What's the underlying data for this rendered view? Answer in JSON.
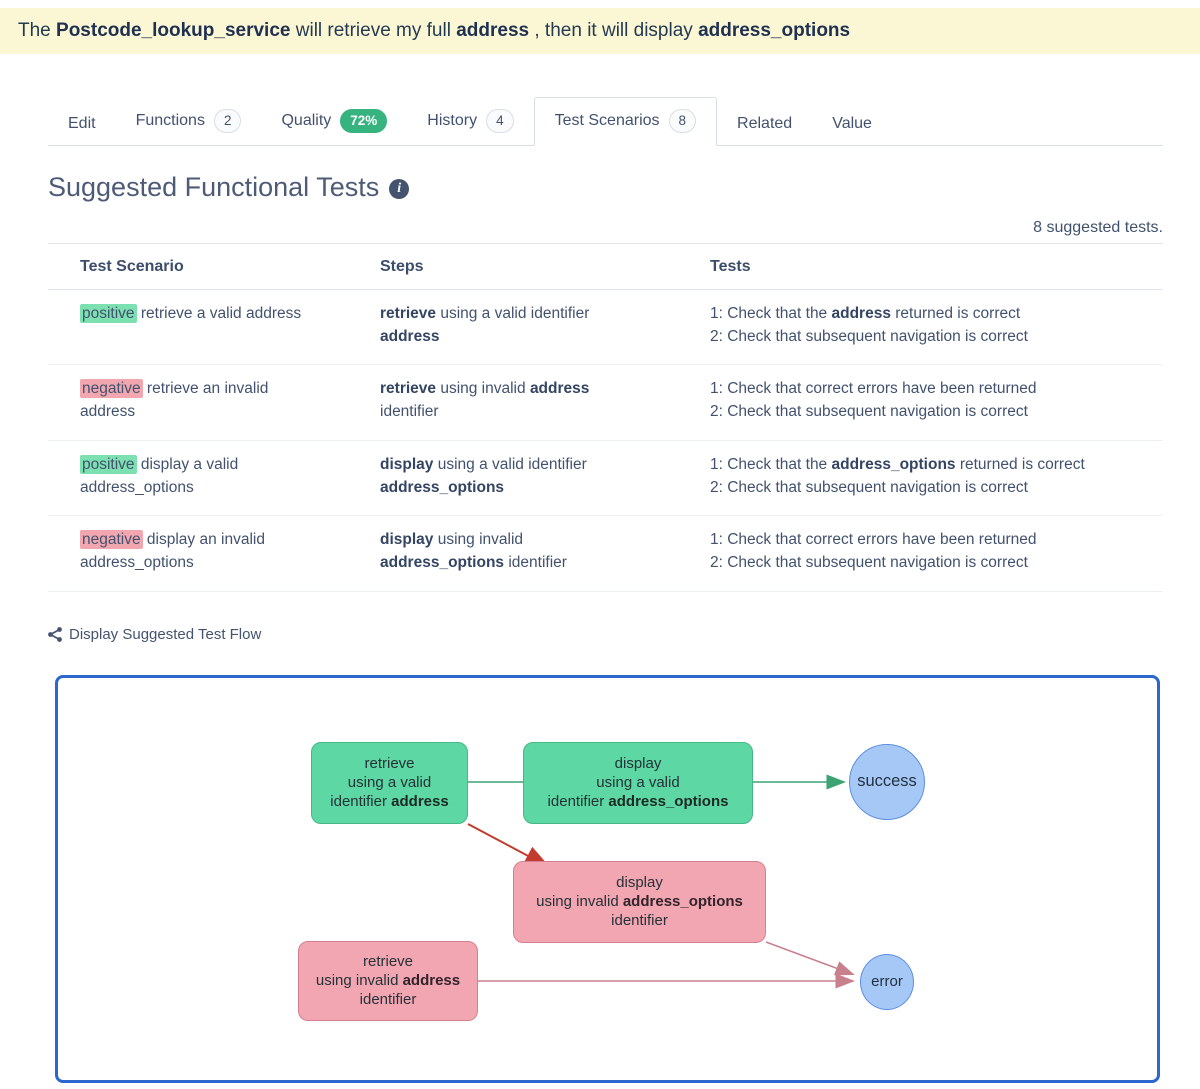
{
  "banner": {
    "segments": [
      {
        "text": "The "
      },
      {
        "text": "Postcode_lookup_service",
        "bold": true
      },
      {
        "text": " will retrieve my full "
      },
      {
        "text": "address",
        "bold": true
      },
      {
        "text": " , then it will display "
      },
      {
        "text": "address_options",
        "bold": true
      }
    ]
  },
  "tabs": [
    {
      "label": "Edit"
    },
    {
      "label": "Functions",
      "badge": "2",
      "badge_type": "default"
    },
    {
      "label": "Quality",
      "badge": "72%",
      "badge_type": "success"
    },
    {
      "label": "History",
      "badge": "4",
      "badge_type": "default"
    },
    {
      "label": "Test Scenarios",
      "badge": "8",
      "badge_type": "default",
      "active": true
    },
    {
      "label": "Related"
    },
    {
      "label": "Value"
    }
  ],
  "heading": {
    "title": "Suggested Functional Tests",
    "info_icon": "info-circle"
  },
  "table": {
    "count_label": "8 suggested tests.",
    "columns": [
      "Test Scenario",
      "Steps",
      "Tests"
    ],
    "rows": [
      {
        "tag": "positive",
        "tag_type": "positive",
        "scenario_rest": " retrieve a valid address",
        "steps": [
          {
            "t": "retrieve",
            "b": true
          },
          {
            "t": " using a valid identifier "
          },
          {
            "t": "address",
            "b": true
          }
        ],
        "tests": [
          [
            {
              "t": "1: Check that the "
            },
            {
              "t": "address",
              "b": true
            },
            {
              "t": " returned is correct"
            }
          ],
          [
            {
              "t": "2: Check that subsequent navigation is correct"
            }
          ]
        ]
      },
      {
        "tag": "negative",
        "tag_type": "negative",
        "scenario_rest": " retrieve an invalid address",
        "steps": [
          {
            "t": "retrieve",
            "b": true
          },
          {
            "t": " using invalid "
          },
          {
            "t": "address",
            "b": true
          },
          {
            "t": " identifier"
          }
        ],
        "tests": [
          [
            {
              "t": "1: Check that correct errors have been returned"
            }
          ],
          [
            {
              "t": "2: Check that subsequent navigation is correct"
            }
          ]
        ]
      },
      {
        "tag": "positive",
        "tag_type": "positive",
        "scenario_rest": " display a valid address_options",
        "steps": [
          {
            "t": "display",
            "b": true
          },
          {
            "t": " using a valid identifier "
          },
          {
            "t": "address_options",
            "b": true
          }
        ],
        "tests": [
          [
            {
              "t": "1: Check that the "
            },
            {
              "t": "address_options",
              "b": true
            },
            {
              "t": " returned is correct"
            }
          ],
          [
            {
              "t": "2: Check that subsequent navigation is correct"
            }
          ]
        ]
      },
      {
        "tag": "negative",
        "tag_type": "negative",
        "scenario_rest": " display an invalid address_options",
        "steps": [
          {
            "t": "display",
            "b": true
          },
          {
            "t": " using invalid "
          },
          {
            "t": "address_options",
            "b": true
          },
          {
            "t": " identifier"
          }
        ],
        "tests": [
          [
            {
              "t": "1: Check that correct errors have been returned"
            }
          ],
          [
            {
              "t": "2: Check that subsequent navigation is correct"
            }
          ]
        ]
      }
    ]
  },
  "flow": {
    "link_label": "Display Suggested Test Flow",
    "share_icon": "share-icon",
    "nodes": [
      {
        "id": "retrieve-valid-address",
        "type": "positive",
        "lines": [
          [
            {
              "t": "retrieve"
            }
          ],
          [
            {
              "t": "using a valid"
            }
          ],
          [
            {
              "t": "identifier "
            },
            {
              "t": "address",
              "b": true
            }
          ]
        ]
      },
      {
        "id": "display-valid-address-options",
        "type": "positive",
        "lines": [
          [
            {
              "t": "display"
            }
          ],
          [
            {
              "t": "using a valid"
            }
          ],
          [
            {
              "t": "identifier "
            },
            {
              "t": "address_options",
              "b": true
            }
          ]
        ]
      },
      {
        "id": "display-invalid-address-options",
        "type": "negative",
        "lines": [
          [
            {
              "t": "display"
            }
          ],
          [
            {
              "t": "using invalid "
            },
            {
              "t": "address_options",
              "b": true
            }
          ],
          [
            {
              "t": "identifier"
            }
          ]
        ]
      },
      {
        "id": "retrieve-invalid-address",
        "type": "negative",
        "lines": [
          [
            {
              "t": "retrieve"
            }
          ],
          [
            {
              "t": "using invalid "
            },
            {
              "t": "address",
              "b": true
            }
          ],
          [
            {
              "t": "identifier"
            }
          ]
        ]
      }
    ],
    "terminals": [
      {
        "id": "success",
        "label": "success"
      },
      {
        "id": "error",
        "label": "error"
      }
    ]
  },
  "colors": {
    "banner_bg": "#fbf7d5",
    "quality_badge": "#36b37e",
    "positive_highlight": "#7ce0b0",
    "negative_highlight": "#f2a6b0",
    "accent_frame": "#2b67cc",
    "node_positive_fill": "#5dd7a3",
    "node_positive_border": "#45b886",
    "node_negative_fill": "#f1a6b2",
    "node_negative_border": "#d5808f",
    "terminal_fill": "#a6c8f7",
    "terminal_border": "#5b8ee0",
    "edge_success": "#3ba474",
    "edge_fail_strong": "#c23b2e",
    "edge_fail_soft": "#c9808d"
  }
}
